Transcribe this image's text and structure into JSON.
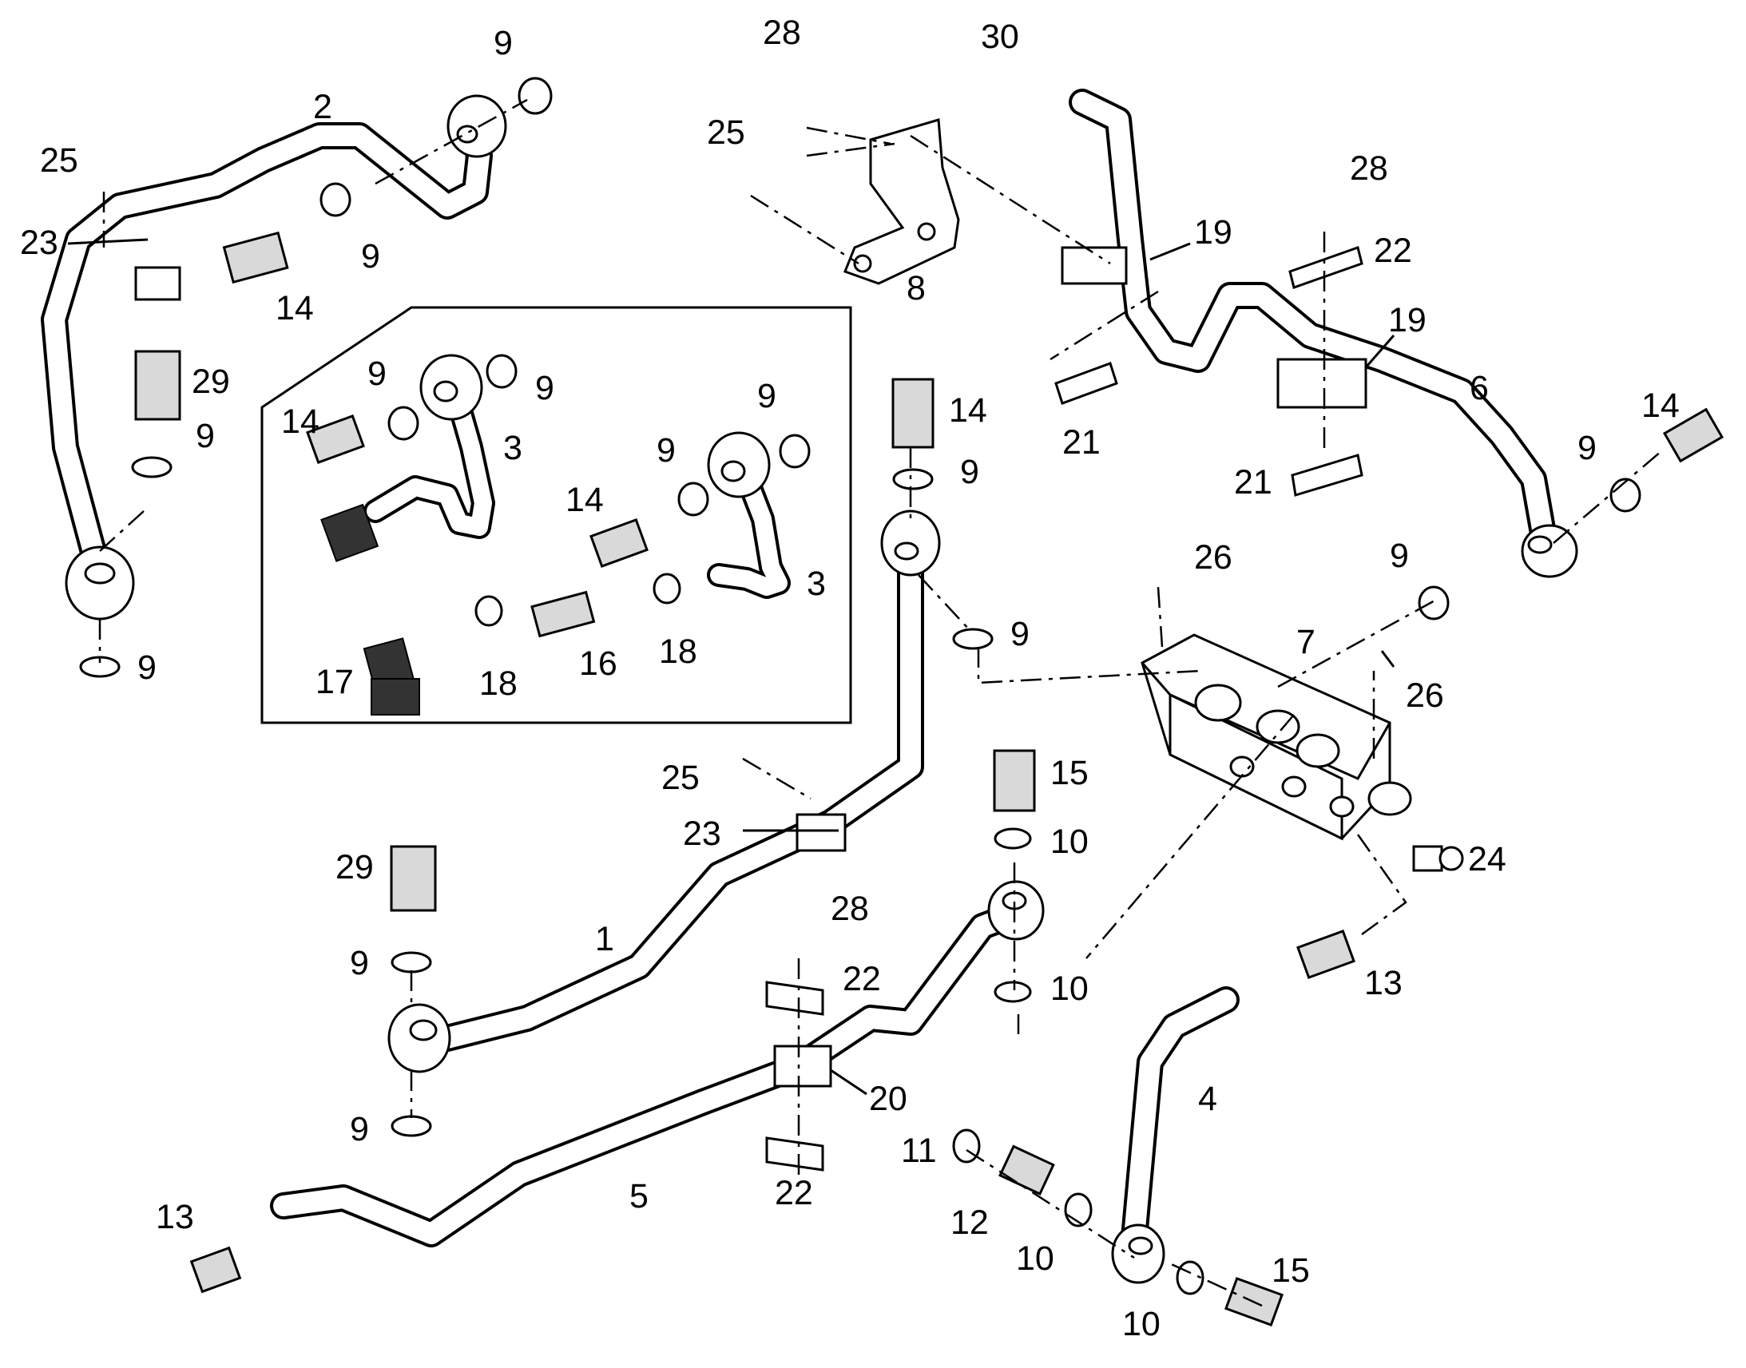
{
  "diagram": {
    "callouts": [
      {
        "id": "c2",
        "text": "2"
      },
      {
        "id": "c9a",
        "text": "9"
      },
      {
        "id": "c25a",
        "text": "25"
      },
      {
        "id": "c23a",
        "text": "23"
      },
      {
        "id": "c9b",
        "text": "9"
      },
      {
        "id": "c14a",
        "text": "14"
      },
      {
        "id": "c29a",
        "text": "29"
      },
      {
        "id": "c9c",
        "text": "9"
      },
      {
        "id": "c9d",
        "text": "9"
      },
      {
        "id": "c28a",
        "text": "28"
      },
      {
        "id": "c30",
        "text": "30"
      },
      {
        "id": "c25b",
        "text": "25"
      },
      {
        "id": "c8",
        "text": "8"
      },
      {
        "id": "c19a",
        "text": "19"
      },
      {
        "id": "c28b",
        "text": "28"
      },
      {
        "id": "c22a",
        "text": "22"
      },
      {
        "id": "c19b",
        "text": "19"
      },
      {
        "id": "c21a",
        "text": "21"
      },
      {
        "id": "c6",
        "text": "6"
      },
      {
        "id": "c21b",
        "text": "21"
      },
      {
        "id": "c14b",
        "text": "14"
      },
      {
        "id": "c9e",
        "text": "9"
      },
      {
        "id": "c9f",
        "text": "9"
      },
      {
        "id": "c9g",
        "text": "9"
      },
      {
        "id": "c14c",
        "text": "14"
      },
      {
        "id": "c3a",
        "text": "3"
      },
      {
        "id": "c9h",
        "text": "9"
      },
      {
        "id": "c9i",
        "text": "9"
      },
      {
        "id": "c14d",
        "text": "14"
      },
      {
        "id": "c3b",
        "text": "3"
      },
      {
        "id": "c18a",
        "text": "18"
      },
      {
        "id": "c16",
        "text": "16"
      },
      {
        "id": "c18b",
        "text": "18"
      },
      {
        "id": "c17",
        "text": "17"
      },
      {
        "id": "c14e",
        "text": "14"
      },
      {
        "id": "c9j",
        "text": "9"
      },
      {
        "id": "c9k",
        "text": "9"
      },
      {
        "id": "c26a",
        "text": "26"
      },
      {
        "id": "c9l",
        "text": "9"
      },
      {
        "id": "c7",
        "text": "7"
      },
      {
        "id": "c26b",
        "text": "26"
      },
      {
        "id": "c25c",
        "text": "25"
      },
      {
        "id": "c23b",
        "text": "23"
      },
      {
        "id": "c15a",
        "text": "15"
      },
      {
        "id": "c10a",
        "text": "10"
      },
      {
        "id": "c24",
        "text": "24"
      },
      {
        "id": "c29b",
        "text": "29"
      },
      {
        "id": "c28c",
        "text": "28"
      },
      {
        "id": "c1",
        "text": "1"
      },
      {
        "id": "c9m",
        "text": "9"
      },
      {
        "id": "c10b",
        "text": "10"
      },
      {
        "id": "c13a",
        "text": "13"
      },
      {
        "id": "c22b",
        "text": "22"
      },
      {
        "id": "c20",
        "text": "20"
      },
      {
        "id": "c4",
        "text": "4"
      },
      {
        "id": "c9n",
        "text": "9"
      },
      {
        "id": "c11",
        "text": "11"
      },
      {
        "id": "c22c",
        "text": "22"
      },
      {
        "id": "c5",
        "text": "5"
      },
      {
        "id": "c13b",
        "text": "13"
      },
      {
        "id": "c12",
        "text": "12"
      },
      {
        "id": "c10c",
        "text": "10"
      },
      {
        "id": "c15b",
        "text": "15"
      },
      {
        "id": "c10d",
        "text": "10"
      }
    ]
  }
}
